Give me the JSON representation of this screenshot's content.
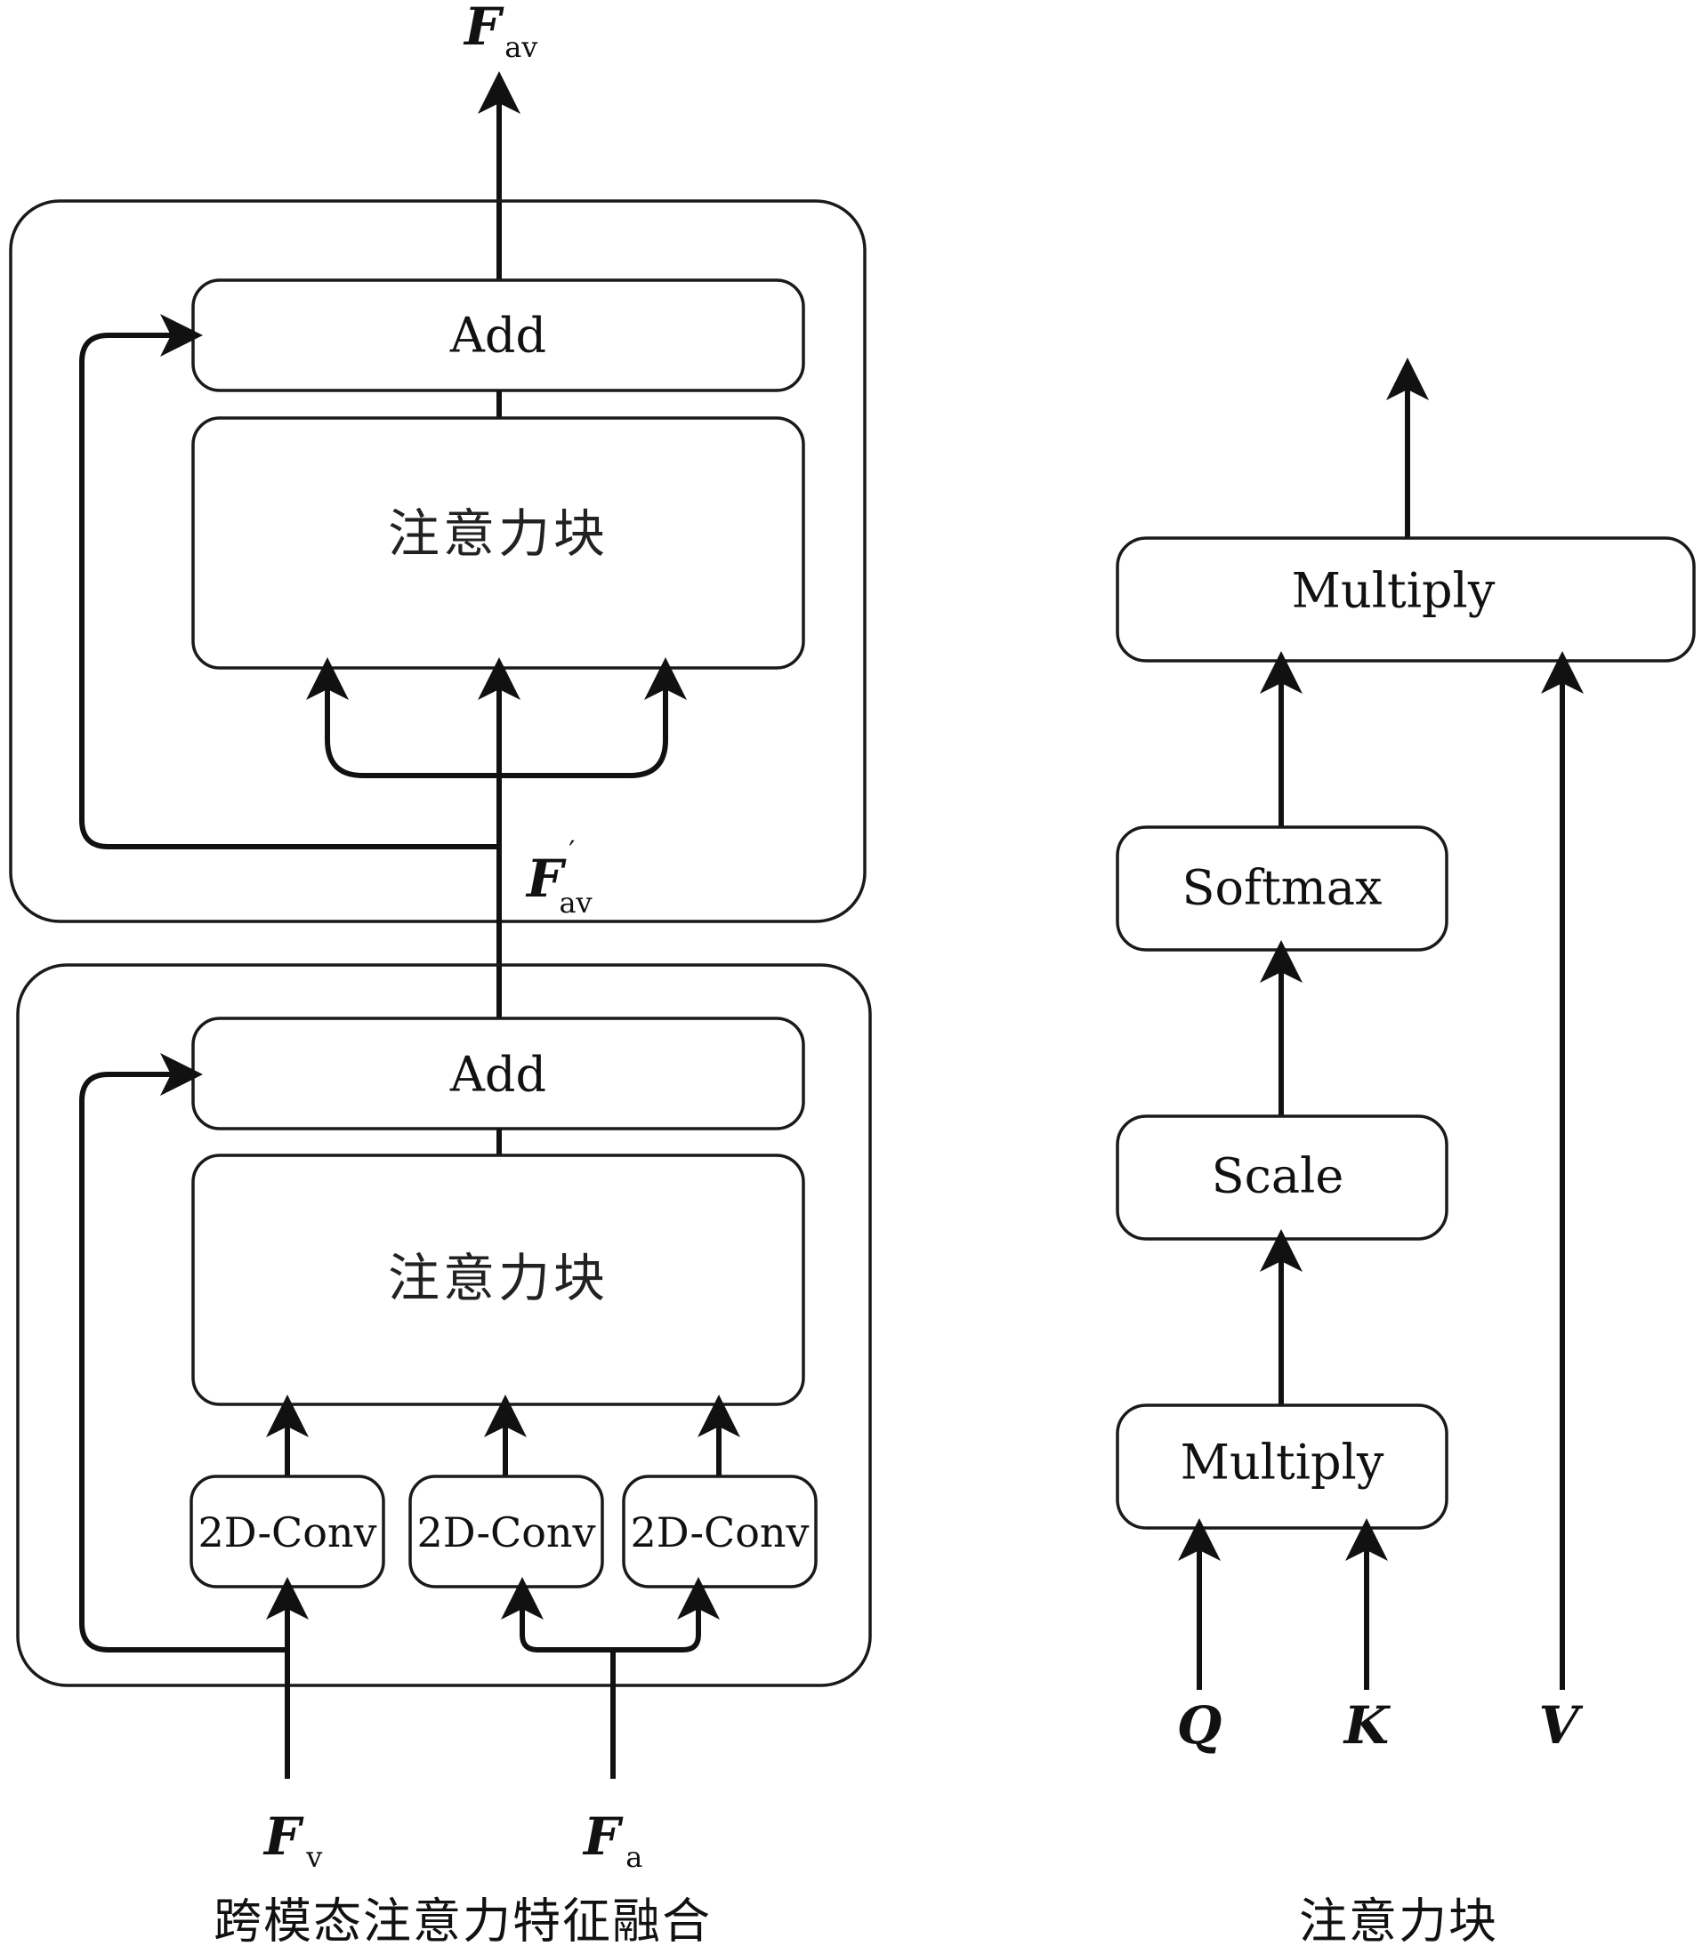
{
  "left_diagram": {
    "output_label": {
      "main": "F",
      "sub": "av"
    },
    "top_block": {
      "add_label": "Add",
      "attention_label": "注意力块"
    },
    "intermediate_label": {
      "main": "F",
      "prime": "′",
      "sub": "av"
    },
    "bottom_block": {
      "add_label": "Add",
      "attention_label": "注意力块",
      "conv_labels": [
        "2D-Conv",
        "2D-Conv",
        "2D-Conv"
      ]
    },
    "input_labels": [
      {
        "main": "F",
        "sub": "v"
      },
      {
        "main": "F",
        "sub": "a"
      }
    ],
    "caption": "跨模态注意力特征融合"
  },
  "right_diagram": {
    "top_multiply_label": "Multiply",
    "softmax_label": "Softmax",
    "scale_label": "Scale",
    "bottom_multiply_label": "Multiply",
    "inputs": [
      "Q",
      "K",
      "V"
    ],
    "caption": "注意力块"
  }
}
